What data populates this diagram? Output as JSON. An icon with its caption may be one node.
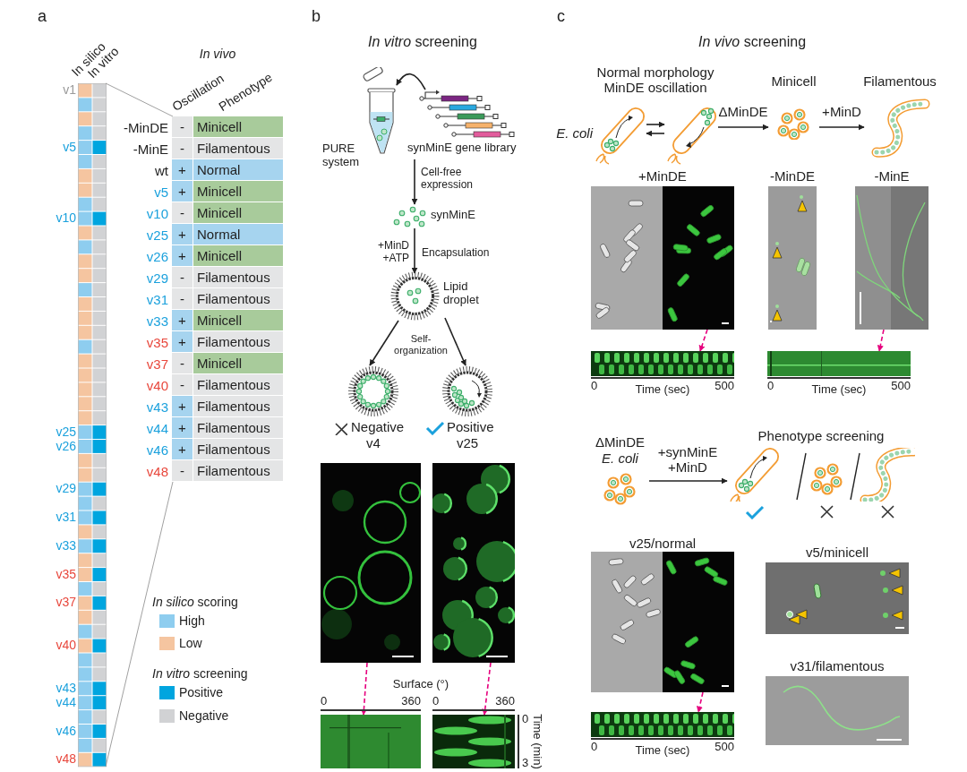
{
  "diagram": {
    "nodes": [
      {
        "text": [
          "PURE system"
        ]
      },
      {
        "text": [
          "synMinE gene library"
        ]
      },
      {
        "text": [
          "synMinE"
        ]
      },
      {
        "text": [
          "Lipid droplet"
        ]
      },
      {
        "text": [
          "Negative",
          "v4"
        ]
      },
      {
        "text": [
          "Positive",
          "v25"
        ]
      },
      {
        "text": [],
        "shape": "picture"
      },
      {
        "text": [],
        "shape": "picture"
      },
      {
        "text": [],
        "shape": "picture"
      },
      {
        "text": [],
        "shape": "picture"
      },
      {
        "text": [],
        "shape": "picture",
        "beside": [
          "E. coli"
        ]
      },
      {
        "text": [],
        "shape": "picture"
      },
      {
        "text": [
          "Minicell"
        ]
      },
      {
        "text": [
          "Filamentous"
        ]
      },
      {
        "text": [
          "+MinDE"
        ]
      },
      {
        "text": [
          "-MinDE"
        ]
      },
      {
        "text": [
          "-MinE"
        ]
      },
      {
        "text": [],
        "shape": "picture"
      },
      {
        "text": [],
        "shape": "picture"
      },
      {
        "text": [
          "ΔMinDE",
          "E. coli"
        ]
      },
      {
        "text": [
          "Phenotype screening"
        ]
      },
      {
        "text": [
          "v25/normal"
        ]
      },
      {
        "text": [
          "v5/minicell"
        ]
      },
      {
        "text": [],
        "shape": "picture"
      },
      {
        "text": [
          "v31/filamentous"
        ]
      }
    ],
    "edges": [
      {
        "from": 1,
        "to": 0,
        "arrow": "to"
      },
      {
        "from": 1,
        "to": 2,
        "arrow": "to",
        "label": "Cell-free expression"
      },
      {
        "from": 2,
        "to": 3,
        "arrow": "to",
        "label": "Encapsulation"
      },
      {
        "from": 3,
        "to": 4,
        "arrow": "to"
      },
      {
        "from": 3,
        "to": 5,
        "arrow": "to"
      },
      {
        "from": 6,
        "to": 8,
        "arrow": "to",
        "style": "dashed",
        "color": "#e6007e"
      },
      {
        "from": 7,
        "to": 9,
        "arrow": "to",
        "style": "dashed",
        "color": "#e6007e"
      },
      {
        "from": 10,
        "to": 11,
        "arrow": "to"
      },
      {
        "from": 11,
        "to": 10,
        "arrow": "to"
      },
      {
        "from": 11,
        "to": 12,
        "arrow": "to",
        "label": "ΔMinDE"
      },
      {
        "from": 12,
        "to": 13,
        "arrow": "to",
        "label": "+MinD"
      },
      {
        "from": 14,
        "to": 17,
        "arrow": "to",
        "style": "dashed",
        "color": "#e6007e"
      },
      {
        "from": 16,
        "to": 18,
        "arrow": "to",
        "style": "dashed",
        "color": "#e6007e"
      },
      {
        "from": 19,
        "to": 20,
        "arrow": "to",
        "label": "+synMinE +MinD"
      },
      {
        "from": 21,
        "to": 23,
        "arrow": "to",
        "style": "dashed",
        "color": "#e6007e"
      }
    ],
    "labels": [
      "a",
      "In silico",
      "In vitro",
      "In vivo",
      "Oscillation",
      "Phenotype",
      "-MinDE",
      "-",
      "Minicell",
      "-MinE",
      "-",
      "Filamentous",
      "wt",
      "+",
      "Normal",
      "v5",
      "+",
      "Minicell",
      "v10",
      "-",
      "Minicell",
      "v25",
      "+",
      "Normal",
      "v26",
      "+",
      "Minicell",
      "v29",
      "-",
      "Filamentous",
      "v31",
      "-",
      "Filamentous",
      "v33",
      "+",
      "Minicell",
      "v35",
      "+",
      "Filamentous",
      "v37",
      "-",
      "Minicell",
      "v40",
      "-",
      "Filamentous",
      "v43",
      "+",
      "Filamentous",
      "v44",
      "+",
      "Filamentous",
      "v46",
      "+",
      "Filamentous",
      "v48",
      "-",
      "Filamentous",
      "v1",
      "v5",
      "v10",
      "v25",
      "v26",
      "v29",
      "v31",
      "v33",
      "v35",
      "v37",
      "v40",
      "v43",
      "v44",
      "v46",
      "v48",
      "*In silico* scoring",
      "*In vitro* screening",
      "b",
      "*In vitro* screening",
      "+MinD +ATP",
      "Self-organization",
      "Surface (°)",
      "0",
      "360",
      "0",
      "360",
      "0",
      "3",
      "Time (min)",
      "c",
      "*In vivo* screening",
      "Normal morphology MinDE oscillation",
      "0",
      "Time (sec)",
      "500",
      "0",
      "Time (sec)",
      "500",
      "0",
      "Time (sec)",
      "500"
    ],
    "legend": [
      {
        "text": "High",
        "color": "#8ecdef"
      },
      {
        "text": "Low",
        "color": "#f5c5a0"
      },
      {
        "text": "Positive",
        "color": "#00a5df"
      },
      {
        "text": "Negative",
        "color": "#d1d2d4"
      }
    ]
  }
}
